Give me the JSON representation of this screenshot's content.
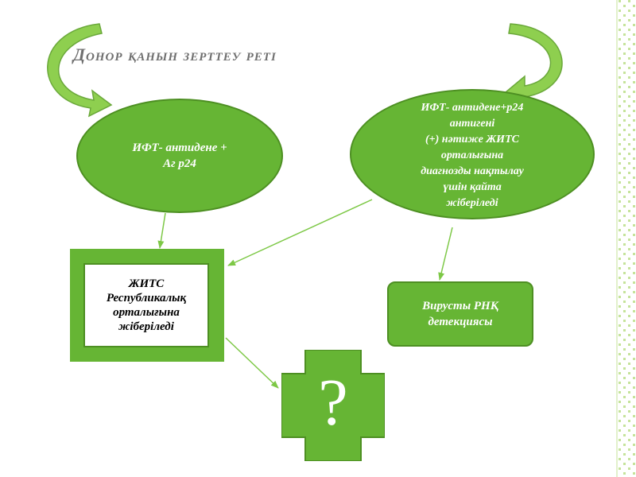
{
  "title": "Донор қанын зерттеу  реті",
  "node_left_oval": {
    "lines": [
      "ИФТ- антидене +",
      "Аг р24"
    ]
  },
  "node_right_oval": {
    "lines": [
      "ИФТ- антидене+р24",
      "антигені",
      "(+) нәтиже ЖИТС",
      "орталығына",
      "диагнозды нақтылау",
      "үшін қайта",
      "жіберіледі"
    ]
  },
  "node_box": {
    "lines": [
      "ЖИТС",
      "Республикалық",
      "орталығына",
      "жіберіледі"
    ]
  },
  "node_virus": {
    "lines": [
      "Вирусты РНҚ",
      "детекциясы"
    ]
  },
  "node_plus": {
    "label": "?"
  },
  "colors": {
    "node_green": "#66b534",
    "node_border": "#4d8f22",
    "arrow_green": "#7dc846",
    "curved_arrow_green": "#8ecf4f",
    "title_gray": "#6f6f6f",
    "border_green": "#c5e39a"
  }
}
